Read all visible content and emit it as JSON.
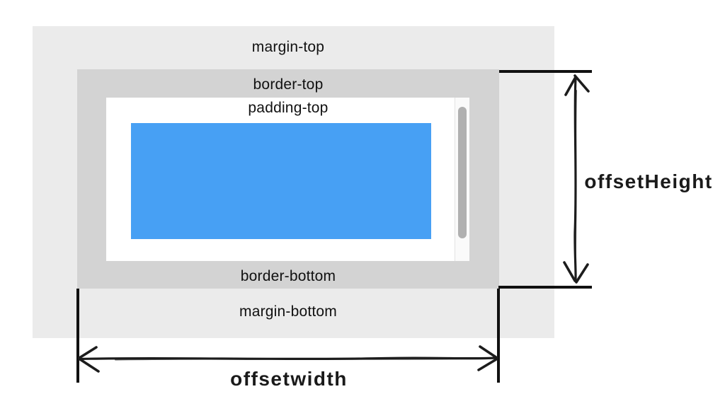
{
  "diagram": {
    "name": "css-box-model-offset-dimensions",
    "labels": {
      "margin_top": "margin-top",
      "border_top": "border-top",
      "padding_top": "padding-top",
      "border_bottom": "border-bottom",
      "margin_bottom": "margin-bottom"
    },
    "measurements": {
      "offset_height": "offsetHeight",
      "offset_width": "offsetwidth"
    },
    "colors": {
      "page_bg": "#ffffff",
      "margin_bg": "#ebebeb",
      "border_bg": "#d3d3d3",
      "padding_bg": "#ffffff",
      "content_bg": "#47a0f4",
      "scrollbar_track": "#fafafa",
      "scrollbar_thumb": "#b0b0b0",
      "ink": "#111111"
    }
  }
}
